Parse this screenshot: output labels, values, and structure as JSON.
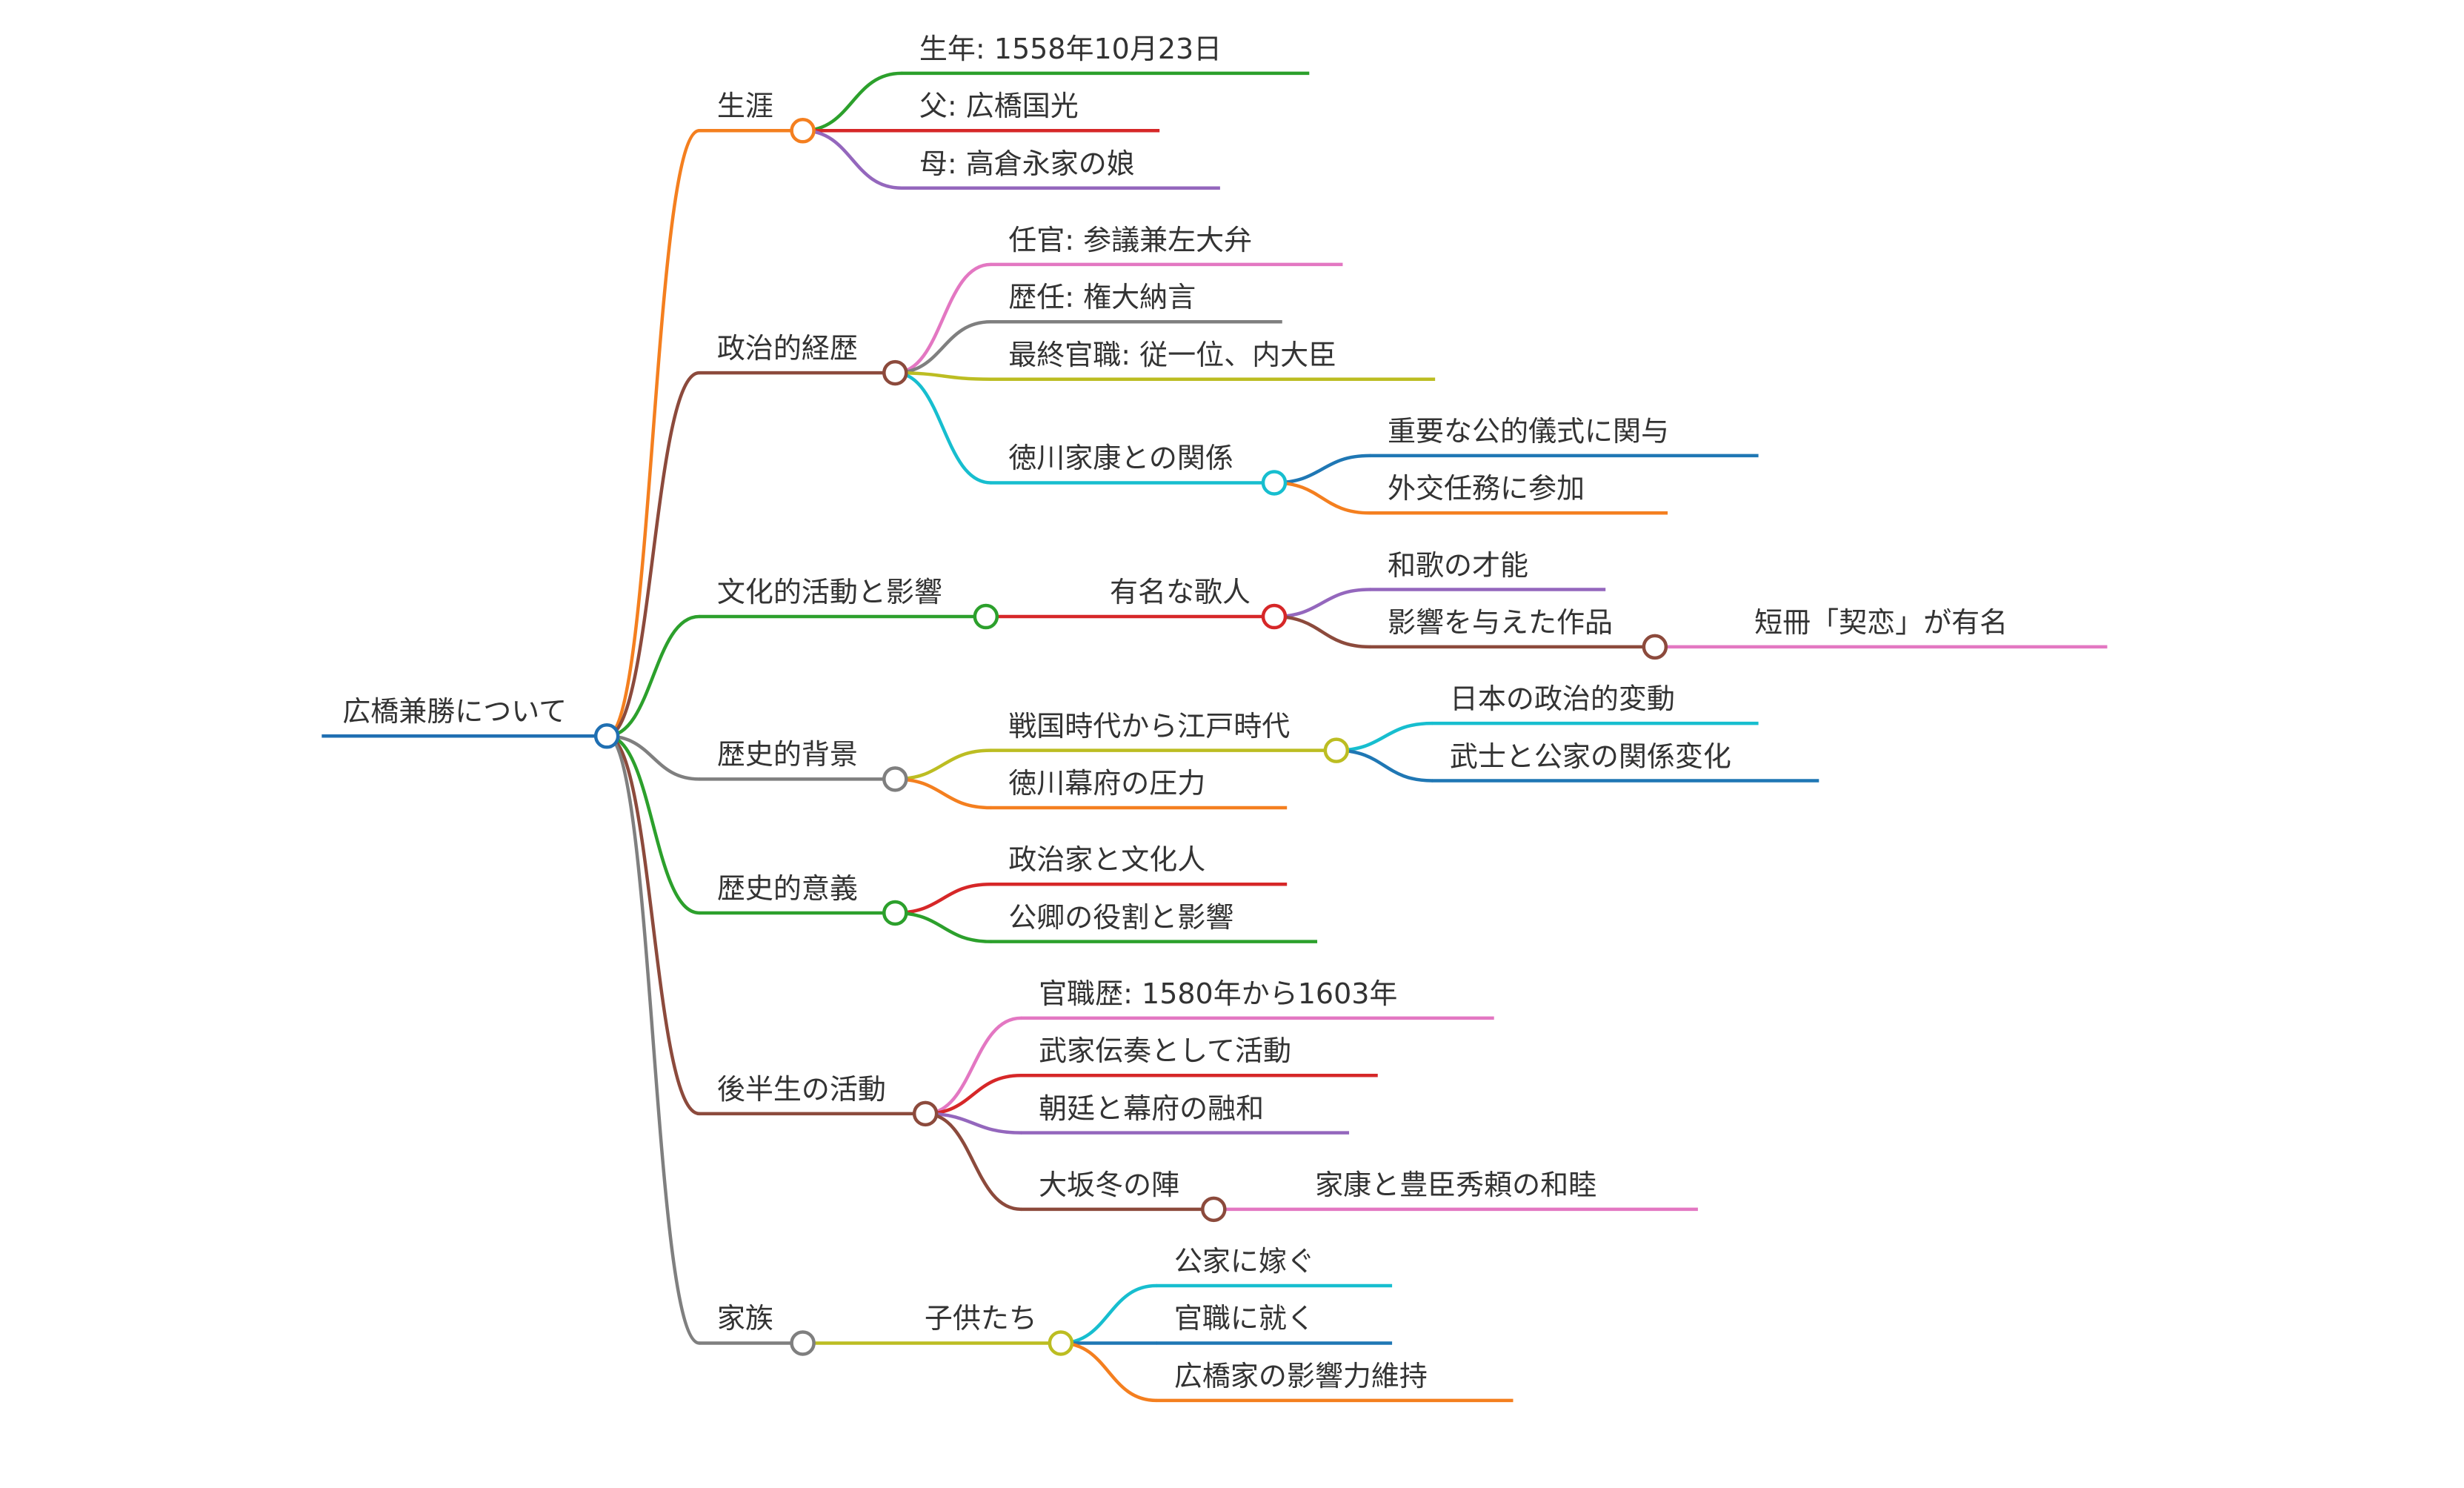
{
  "mindmap": {
    "root": "広橋兼勝について",
    "branches": [
      {
        "label": "生涯",
        "children": [
          {
            "label": "生年: 1558年10月23日"
          },
          {
            "label": "父: 広橋国光"
          },
          {
            "label": "母: 高倉永家の娘"
          }
        ]
      },
      {
        "label": "政治的経歴",
        "children": [
          {
            "label": "任官: 参議兼左大弁"
          },
          {
            "label": "歴任: 権大納言"
          },
          {
            "label": "最終官職: 従一位、内大臣"
          },
          {
            "label": "徳川家康との関係",
            "children": [
              {
                "label": "重要な公的儀式に関与"
              },
              {
                "label": "外交任務に参加"
              }
            ]
          }
        ]
      },
      {
        "label": "文化的活動と影響",
        "children": [
          {
            "label": "有名な歌人",
            "children": [
              {
                "label": "和歌の才能"
              },
              {
                "label": "影響を与えた作品",
                "children": [
                  {
                    "label": "短冊「契恋」が有名"
                  }
                ]
              }
            ]
          }
        ]
      },
      {
        "label": "歴史的背景",
        "children": [
          {
            "label": "戦国時代から江戸時代",
            "children": [
              {
                "label": "日本の政治的変動"
              },
              {
                "label": "武士と公家の関係変化"
              }
            ]
          },
          {
            "label": "徳川幕府の圧力"
          }
        ]
      },
      {
        "label": "歴史的意義",
        "children": [
          {
            "label": "政治家と文化人"
          },
          {
            "label": "公卿の役割と影響"
          }
        ]
      },
      {
        "label": "後半生の活動",
        "children": [
          {
            "label": "官職歴: 1580年から1603年"
          },
          {
            "label": "武家伝奏として活動"
          },
          {
            "label": "朝廷と幕府の融和"
          },
          {
            "label": "大坂冬の陣",
            "children": [
              {
                "label": "家康と豊臣秀頼の和睦"
              }
            ]
          }
        ]
      },
      {
        "label": "家族",
        "children": [
          {
            "label": "子供たち",
            "children": [
              {
                "label": "公家に嫁ぐ"
              },
              {
                "label": "官職に就く"
              },
              {
                "label": "広橋家の影響力維持"
              }
            ]
          }
        ]
      }
    ]
  },
  "colors": {
    "root": "#1f6fb2",
    "orange": "#f47f1f",
    "red": "#d62728",
    "purple": "#9467bd",
    "brown": "#8c4a3c",
    "pink": "#e377c2",
    "gray": "#7f7f7f",
    "olive": "#bcbd22",
    "cyan": "#17becf",
    "green": "#2ca02c",
    "blue": "#1f77b4"
  }
}
